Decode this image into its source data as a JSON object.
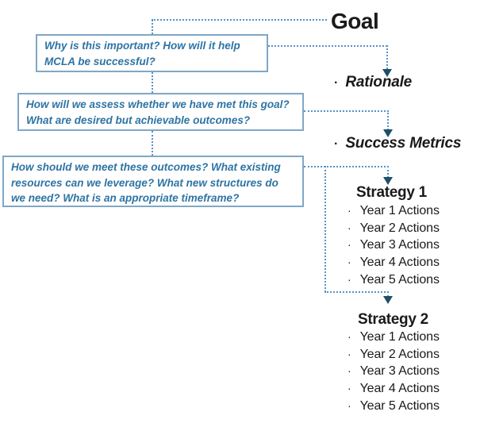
{
  "diagram": {
    "goal_label": "Goal",
    "rationale_label": "Rationale",
    "success_metrics_label": "Success Metrics",
    "bullet_glyph": "·",
    "questions": [
      "Why is this important? How will it help MCLA be successful?",
      "How will we assess whether we have met this goal? What are desired but achievable outcomes?",
      "How should we meet these outcomes? What existing resources can we leverage? What new structures do we need? What is an appropriate timeframe?"
    ],
    "strategies": [
      {
        "title": "Strategy 1",
        "items": [
          "Year 1 Actions",
          "Year 2 Actions",
          "Year 3 Actions",
          "Year 4 Actions",
          "Year 5 Actions"
        ]
      },
      {
        "title": "Strategy 2",
        "items": [
          "Year 1 Actions",
          "Year 2 Actions",
          "Year 3 Actions",
          "Year 4 Actions",
          "Year 5 Actions"
        ]
      }
    ],
    "colors": {
      "question_text": "#2E74A4",
      "box_border": "#7FA7C6",
      "connector": "#5592C8",
      "arrowhead": "#1E4F66",
      "heading_text": "#1a1a1a",
      "background": "#ffffff"
    }
  }
}
